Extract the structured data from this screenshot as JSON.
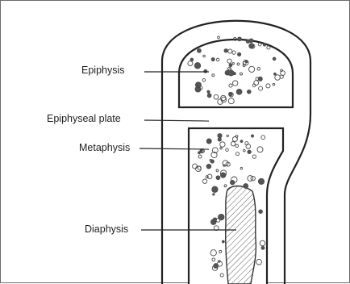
{
  "figure": {
    "labels": {
      "epiphysis": "Epiphysis",
      "epiphyseal_plate": "Epiphyseal plate",
      "metaphysis": "Metaphysis",
      "diaphysis": "Diaphysis"
    }
  },
  "colors": {
    "line": "#222222",
    "pore": "#4a4a4a",
    "hatch": "#5a5a5a",
    "border": "#6a6a6a"
  }
}
